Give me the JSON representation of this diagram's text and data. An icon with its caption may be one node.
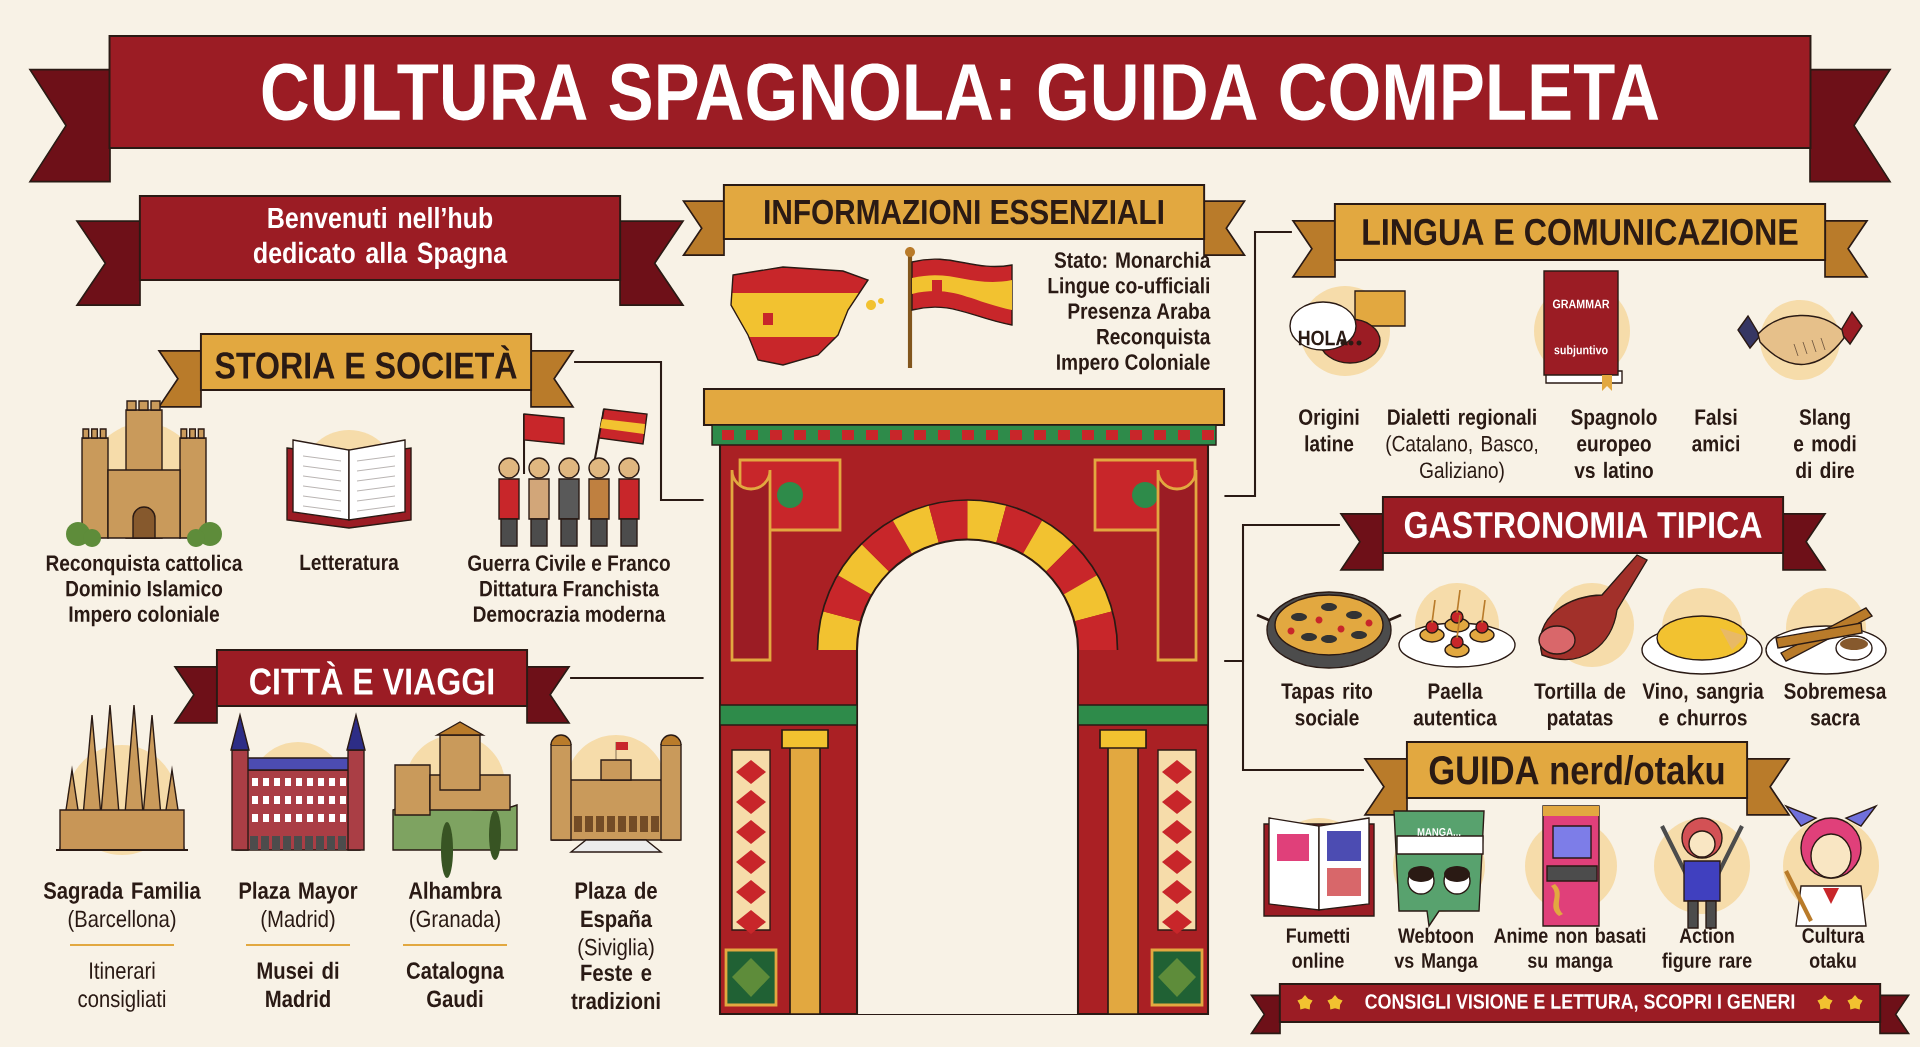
{
  "diagram": {
    "title": "CULTURA SPAGNOLA: GUIDA COMPLETA",
    "nodes": [
      {
        "text": [
          "Benvenuti nell’hub dedicato alla Spagna"
        ]
      },
      {
        "text": [
          "INFORMAZIONI ESSENZIALI"
        ]
      },
      {
        "text": [
          "STORIA E SOCIETÀ"
        ]
      },
      {
        "text": [
          "LINGUA E COMUNICAZIONE"
        ]
      },
      {
        "text": [],
        "shape": "picture"
      },
      {
        "text": [
          "GASTRONOMIA TIPICA"
        ]
      },
      {
        "text": [
          "CITTÀ E VIAGGI"
        ]
      },
      {
        "text": [
          "GUIDA nerd/otaku"
        ]
      },
      {
        "text": [
          "CONSIGLI VISIONE E LETTURA, SCOPRI I GENERI"
        ]
      }
    ],
    "edges": [
      {
        "from": 2,
        "to": 4,
        "arrow": "none"
      },
      {
        "from": 6,
        "to": 4,
        "arrow": "none"
      },
      {
        "from": 3,
        "to": 4,
        "arrow": "none"
      },
      {
        "from": 5,
        "to": 4,
        "arrow": "none"
      },
      {
        "from": 7,
        "to": 4,
        "arrow": "none"
      }
    ],
    "labels": [
      "Stato: Monarchia",
      "Lingue co-ufficiali",
      "Presenza Araba",
      "Reconquista",
      "Impero Coloniale",
      "Reconquista cattolica",
      "Dominio Islamico",
      "Impero coloniale",
      "Letteratura",
      "Guerra Civile e Franco",
      "Dittatura Franchista",
      "Democrazia moderna",
      "HOLA",
      "GRAMMAR",
      "subjuntivo",
      "Origini latine",
      "**Dialetti regionali** (Catalano, Basco, Galiziano)",
      "Spagnolo europeo vs latino",
      "Falsi amici",
      "Slang e modi di dire",
      "**Sagrada Familia** (Barcellona)",
      "**Plaza Mayor** (Madrid)",
      "**Alhambra** (Granada)",
      "**Plaza de España** (Siviglia)",
      "Itinerari consigliati",
      "Musei di Madrid",
      "Catalogna Gaudi",
      "Feste e tradizioni",
      "Tapas rito sociale",
      "Paella autentica",
      "Tortilla de patatas",
      "Vino, sangria e churros",
      "Sobremesa sacra",
      "MANGA...",
      "Fumetti online",
      "Webtoon vs Manga",
      "Anime non basati su manga",
      "Action figure rare",
      "Cultura otaku"
    ]
  }
}
